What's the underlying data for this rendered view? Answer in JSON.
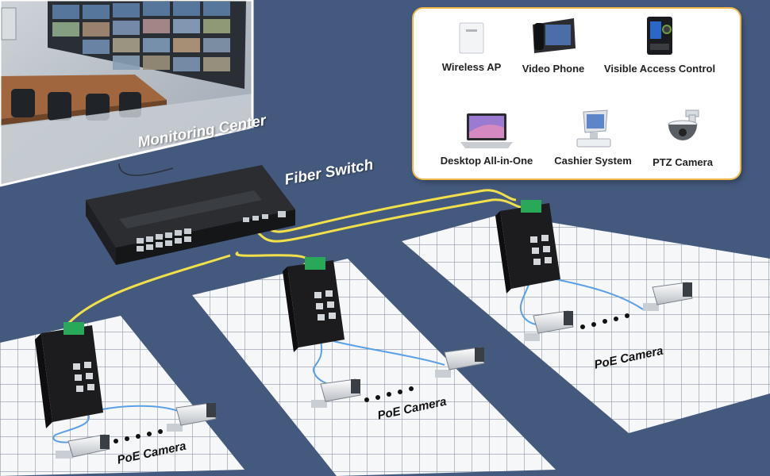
{
  "labels": {
    "monitoring_center": "Monitoring Center",
    "fiber_switch": "Fiber Switch",
    "poe_camera": "PoE Camera"
  },
  "devices": [
    {
      "label": "Wireless AP",
      "icon": "wireless-ap-icon"
    },
    {
      "label": "Video Phone",
      "icon": "video-phone-icon"
    },
    {
      "label": "Visible Access Control",
      "icon": "access-control-icon"
    },
    {
      "label": "Desktop All-in-One",
      "icon": "laptop-icon"
    },
    {
      "label": "Cashier System",
      "icon": "cashier-pos-icon"
    },
    {
      "label": "PTZ Camera",
      "icon": "ptz-camera-icon"
    }
  ],
  "colors": {
    "background": "#44597e",
    "fiber_link": "#f2e04a",
    "ethernet_link": "#5aa0e6",
    "card_border": "#f0b84a",
    "switch_body": "#1c1c1e",
    "terminal_green": "#2aa85a"
  }
}
